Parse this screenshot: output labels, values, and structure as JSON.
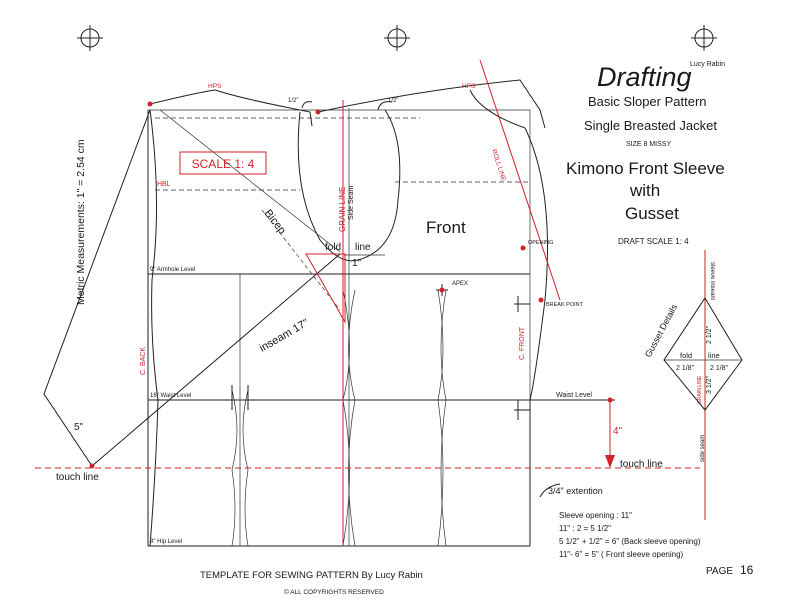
{
  "header": {
    "author": "Lucy Rabin",
    "title": "Drafting",
    "subtitle1": "Basic Sloper Pattern",
    "subtitle2": "Single Breasted Jacket",
    "size": "SIZE 8 MISSY",
    "pattern_name_1": "Kimono Front Sleeve",
    "pattern_name_2": "with",
    "pattern_name_3": "Gusset",
    "draft_scale": "DRAFT SCALE 1: 4"
  },
  "labels": {
    "scale_box": "SCALE 1: 4",
    "metric": "Metric Measurements:  1\" = 2.54 cm",
    "hps_back": "HPS",
    "hps_front": "HPS",
    "half_left": "1/2\"",
    "half_right": "1/2\"",
    "hbl": "HBL",
    "grain_line": "GRAIN LINE",
    "side_seam": "Side Seam",
    "front": "Front",
    "fold": "fold",
    "line": "line",
    "one_inch": "1\"",
    "bicep": "Bicep",
    "armhole_level": "9\" Armhole Level",
    "apex": "APEX",
    "opening": "OPENING",
    "break_point": "BREAK POINT",
    "roll_line": "ROLL LINE",
    "c_back": "C. BACK",
    "c_front": "C. FRONT",
    "inseam": "inseam 17\"",
    "waist_level_left": "16\" Waist Level",
    "waist_level_right": "Waist Level",
    "five_inch": "5\"",
    "touch_line_left": "touch line",
    "touch_line_right": "touch line",
    "four_inch": "4\"",
    "three_quarter": "3/4\" extention",
    "hip_level": "8\" Hip Level"
  },
  "gusset": {
    "title": "Gusset Details",
    "top_measure": "2 1/2\"",
    "side_left": "2 1/8\"",
    "side_right": "2 1/8\"",
    "bottom_measure": "3 1/2\"",
    "fold": "fold",
    "line": "line",
    "grain_line": "GRAIN LINE",
    "side_seam": "side seam",
    "sleeve_inseam": "sleeve inseam"
  },
  "notes": {
    "line1": "Sleeve opening : 11\"",
    "line2": "11\" : 2 = 5 1/2\"",
    "line3": "5 1/2\" + 1/2\" = 6\" (Back sleeve opening)",
    "line4": "11\"- 6\" = 5\" ( Front sleeve opening)"
  },
  "footer": {
    "template": "TEMPLATE  FOR  SEWING   PATTERN  By  Lucy  Rabin",
    "copyright": "©  ALL  COPYRIGHTS  RESERVED",
    "page_label": "PAGE",
    "page_number": "16"
  },
  "colors": {
    "ink": "#222222",
    "accent_red": "#d0232a"
  },
  "icons": [
    "registration-mark-icon",
    "registration-mark-icon",
    "registration-mark-icon"
  ]
}
